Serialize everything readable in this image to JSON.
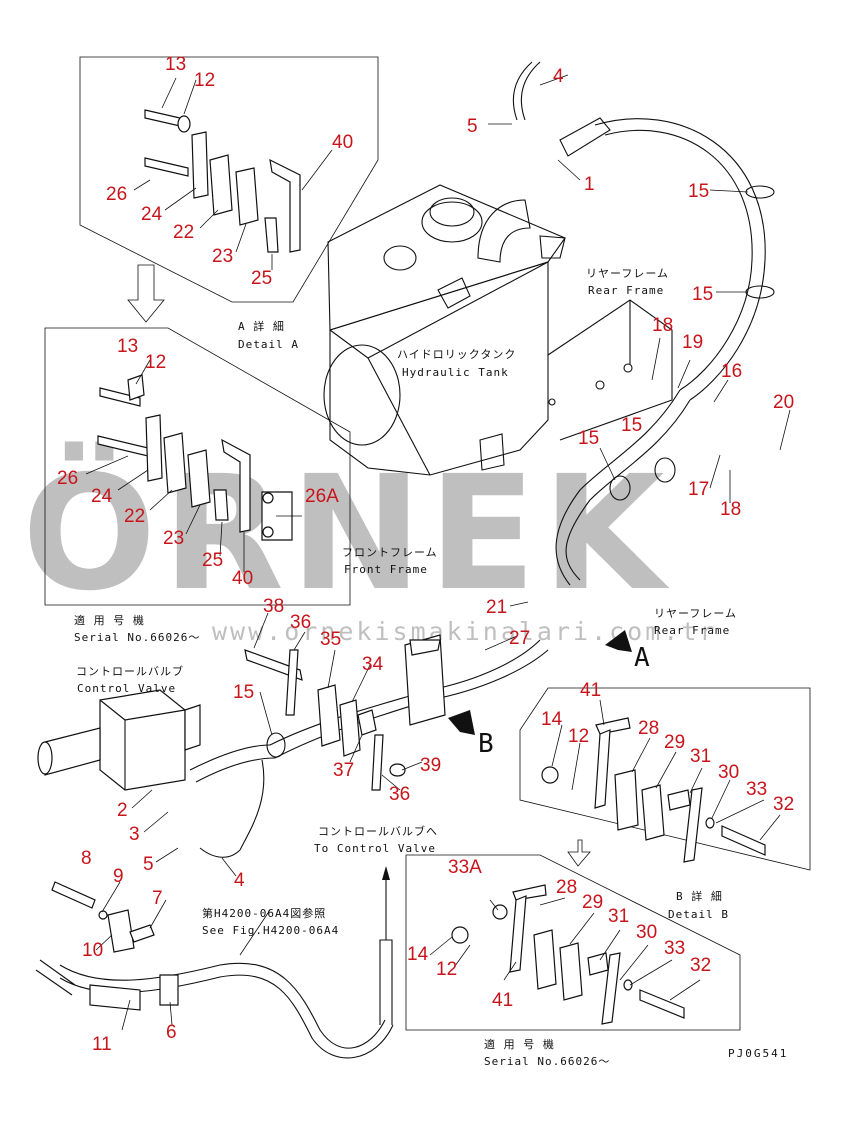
{
  "callouts": [
    {
      "id": "c-1",
      "text": "1"
    },
    {
      "id": "c-2",
      "text": "2"
    },
    {
      "id": "c-3",
      "text": "3"
    },
    {
      "id": "c-4a",
      "text": "4"
    },
    {
      "id": "c-4b",
      "text": "4"
    },
    {
      "id": "c-5a",
      "text": "5"
    },
    {
      "id": "c-5b",
      "text": "5"
    },
    {
      "id": "c-6",
      "text": "6"
    },
    {
      "id": "c-7",
      "text": "7"
    },
    {
      "id": "c-8",
      "text": "8"
    },
    {
      "id": "c-9",
      "text": "9"
    },
    {
      "id": "c-10",
      "text": "10"
    },
    {
      "id": "c-11",
      "text": "11"
    },
    {
      "id": "c-12a",
      "text": "12"
    },
    {
      "id": "c-12b",
      "text": "12"
    },
    {
      "id": "c-12c",
      "text": "12"
    },
    {
      "id": "c-12d",
      "text": "12"
    },
    {
      "id": "c-13a",
      "text": "13"
    },
    {
      "id": "c-13b",
      "text": "13"
    },
    {
      "id": "c-14a",
      "text": "14"
    },
    {
      "id": "c-14b",
      "text": "14"
    },
    {
      "id": "c-15a",
      "text": "15"
    },
    {
      "id": "c-15b",
      "text": "15"
    },
    {
      "id": "c-15c",
      "text": "15"
    },
    {
      "id": "c-15d",
      "text": "15"
    },
    {
      "id": "c-15e",
      "text": "15"
    },
    {
      "id": "c-16",
      "text": "16"
    },
    {
      "id": "c-17",
      "text": "17"
    },
    {
      "id": "c-18a",
      "text": "18"
    },
    {
      "id": "c-18b",
      "text": "18"
    },
    {
      "id": "c-19",
      "text": "19"
    },
    {
      "id": "c-20",
      "text": "20"
    },
    {
      "id": "c-21",
      "text": "21"
    },
    {
      "id": "c-22a",
      "text": "22"
    },
    {
      "id": "c-22b",
      "text": "22"
    },
    {
      "id": "c-23a",
      "text": "23"
    },
    {
      "id": "c-23b",
      "text": "23"
    },
    {
      "id": "c-24a",
      "text": "24"
    },
    {
      "id": "c-24b",
      "text": "24"
    },
    {
      "id": "c-25a",
      "text": "25"
    },
    {
      "id": "c-25b",
      "text": "25"
    },
    {
      "id": "c-26a",
      "text": "26"
    },
    {
      "id": "c-26b",
      "text": "26"
    },
    {
      "id": "c-26A",
      "text": "26A"
    },
    {
      "id": "c-27",
      "text": "27"
    },
    {
      "id": "c-28a",
      "text": "28"
    },
    {
      "id": "c-28b",
      "text": "28"
    },
    {
      "id": "c-29a",
      "text": "29"
    },
    {
      "id": "c-29b",
      "text": "29"
    },
    {
      "id": "c-30a",
      "text": "30"
    },
    {
      "id": "c-30b",
      "text": "30"
    },
    {
      "id": "c-31a",
      "text": "31"
    },
    {
      "id": "c-31b",
      "text": "31"
    },
    {
      "id": "c-32a",
      "text": "32"
    },
    {
      "id": "c-32b",
      "text": "32"
    },
    {
      "id": "c-33a",
      "text": "33"
    },
    {
      "id": "c-33b",
      "text": "33"
    },
    {
      "id": "c-33A",
      "text": "33A"
    },
    {
      "id": "c-34",
      "text": "34"
    },
    {
      "id": "c-35",
      "text": "35"
    },
    {
      "id": "c-36a",
      "text": "36"
    },
    {
      "id": "c-36b",
      "text": "36"
    },
    {
      "id": "c-37",
      "text": "37"
    },
    {
      "id": "c-38",
      "text": "38"
    },
    {
      "id": "c-39",
      "text": "39"
    },
    {
      "id": "c-40a",
      "text": "40"
    },
    {
      "id": "c-40b",
      "text": "40"
    },
    {
      "id": "c-41a",
      "text": "41"
    },
    {
      "id": "c-41b",
      "text": "41"
    }
  ],
  "labels": {
    "rear_frame_top_jp": "リヤーフレーム",
    "rear_frame_top_en": "Rear Frame",
    "hydraulic_tank_jp": "ハイドロリックタンク",
    "hydraulic_tank_en": "Hydraulic Tank",
    "detail_a_jp": "A 詳 細",
    "detail_a_en": "Detail A",
    "front_frame_jp": "フロントフレーム",
    "front_frame_en": "Front Frame",
    "rear_frame_mid_jp": "リヤーフレーム",
    "rear_frame_mid_en": "Rear Frame",
    "serial_a_jp": "適 用 号 機",
    "serial_a_en": "Serial No.66026～",
    "control_valve_jp": "コントロールバルブ",
    "control_valve_en": "Control Valve",
    "to_cv_jp": "コントロールバルブへ",
    "to_cv_en": "To Control Valve",
    "see_fig_jp": "第H4200-06A4図参照",
    "see_fig_en": "See Fig.H4200-06A4",
    "detail_b_jp": "B 詳 細",
    "detail_b_en": "Detail B",
    "serial_b_jp": "適 用 号 機",
    "serial_b_en": "Serial No.66026～",
    "view_a": "A",
    "view_b": "B",
    "drawing_code": "PJ0G541"
  },
  "watermark": {
    "brand": "ÖRNEK",
    "url": "www.ornekismakinalari.com.tr"
  },
  "colors": {
    "callout": "#c8151b",
    "lines": "#111111",
    "watermark": "#8c8c8c"
  }
}
